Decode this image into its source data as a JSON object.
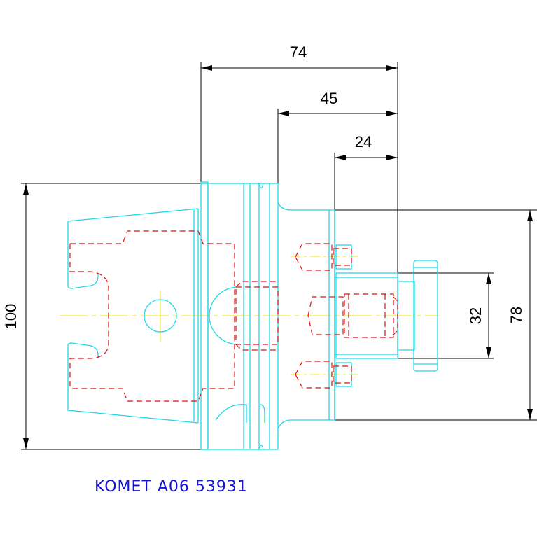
{
  "dimensions": {
    "overall_length": "74",
    "length_mid": "45",
    "length_short": "24",
    "height_total": "100",
    "flange_diameter": "78",
    "bore_diameter": "32"
  },
  "caption": "KOMET A06 53931",
  "colors": {
    "outline": "#22d8e8",
    "hidden_lines": "#e01010",
    "center_lines": "#f0e010",
    "dimension_lines": "#000000",
    "caption_text": "#1414d0"
  }
}
